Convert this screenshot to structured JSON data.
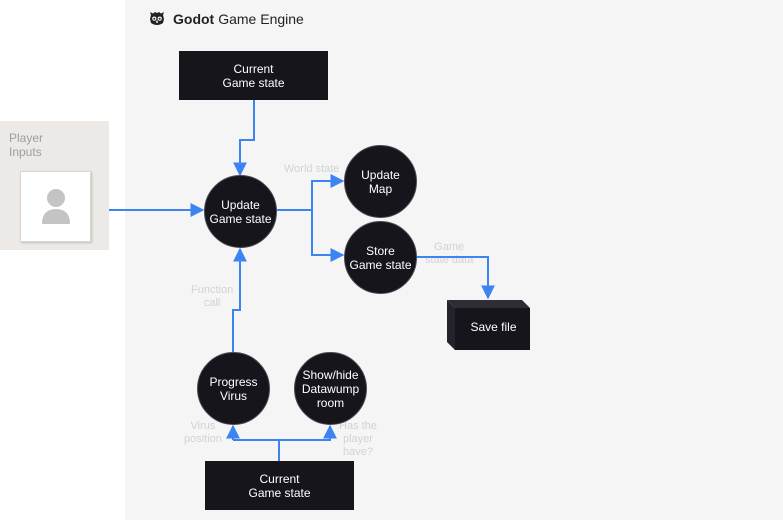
{
  "engine": {
    "brand": "Godot",
    "name": "Game Engine"
  },
  "player": {
    "label": "Player\nInputs"
  },
  "nodes": {
    "current_state_top": "Current\nGame state",
    "update_state": "Update\nGame state",
    "update_map": "Update\nMap",
    "store_state": "Store\nGame state",
    "save_file": "Save file",
    "progress_virus": "Progress\nVirus",
    "show_hide_room": "Show/hide\nDatawump\nroom",
    "current_state_bottom": "Current\nGame state"
  },
  "edge_labels": {
    "world_state": "World state",
    "game_data": "Game\nstate data",
    "function_call": "Function\ncall",
    "virus_position": "Virus\nposition",
    "player_has": "Has the\nplayer\nhave?"
  },
  "colors": {
    "node_fill": "#16151c",
    "edge": "#3d84f2",
    "engine_panel": "#f5f5f5",
    "player_panel": "#ece9e6"
  }
}
